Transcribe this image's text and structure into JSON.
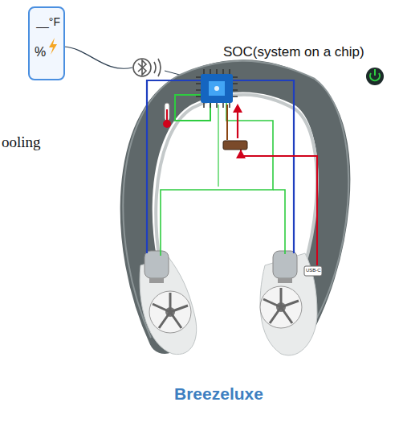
{
  "diagram": {
    "caption": "Breezeluxe",
    "nodes": [
      {
        "text": [
          "__°F",
          "%"
        ]
      }
    ],
    "labels": [
      "SOC(system on a chip)",
      "ooling",
      "USB-C"
    ]
  }
}
